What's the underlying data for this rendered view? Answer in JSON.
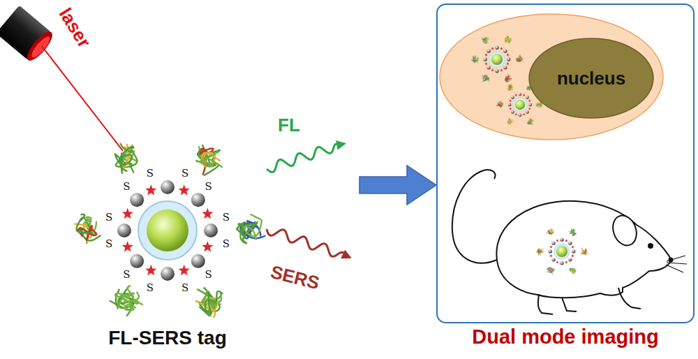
{
  "diagram": {
    "nodes": [
      {
        "text": [
          "FL-SERS tag"
        ]
      },
      {
        "text": [
          "Dual mode imaging"
        ]
      },
      {
        "text": [
          "nucleus"
        ],
        "in": 1
      }
    ],
    "edges": [
      {
        "from": 0,
        "to": 1,
        "arrow": "to"
      }
    ],
    "labels": [
      "laser",
      "FL",
      "SERS",
      "S",
      "S",
      "S",
      "S",
      "S",
      "S",
      "S",
      "S",
      "S",
      "S",
      "S",
      "S"
    ]
  }
}
